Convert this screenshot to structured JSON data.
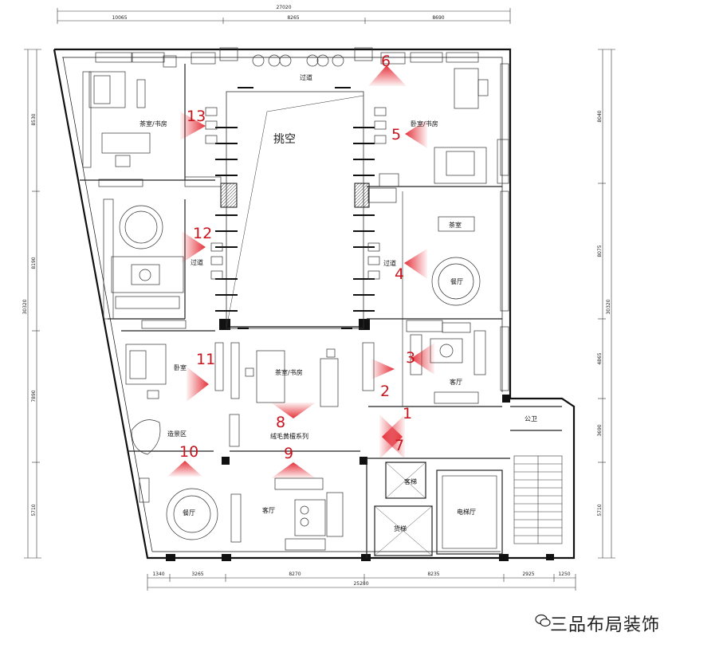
{
  "dimensions": {
    "top_total": "27020",
    "top_segments": [
      "10065",
      "8265",
      "8690"
    ],
    "bottom_segments": [
      "1340",
      "3265",
      "8270",
      "8235",
      "2925",
      "1250"
    ],
    "bottom_total": "25280",
    "left_total": "30320",
    "left_segments": [
      "8530",
      "8190",
      "7890",
      "5710"
    ],
    "right_total": "30320",
    "right_segments": [
      "8040",
      "8075",
      "4865",
      "3690",
      "5710"
    ]
  },
  "rooms": {
    "void": "挑空",
    "corridor_top": "过道",
    "tea_study_tl": "茶室/书房",
    "tea_study_tr": "卧室/书房",
    "corridor_left": "过道",
    "corridor_right": "过道",
    "tea_room_right": "茶室",
    "dining_right": "餐厅",
    "bedroom_left": "卧室",
    "tea_study_center": "茶室/书房",
    "living_right": "客厅",
    "scenery": "造景区",
    "series": "绒毛黄檀系列",
    "public_wc": "公卫",
    "dining_left": "餐厅",
    "living_bottom": "客厅",
    "guest_lift": "客梯",
    "freight_lift": "货梯",
    "elevator_hall": "电梯厅"
  },
  "markers": [
    "1",
    "2",
    "3",
    "4",
    "5",
    "6",
    "7",
    "8",
    "9",
    "10",
    "11",
    "12",
    "13"
  ],
  "watermark": "三品布局装饰",
  "colors": {
    "wall": "#111111",
    "marker": "#c8141e",
    "line": "#333333"
  }
}
